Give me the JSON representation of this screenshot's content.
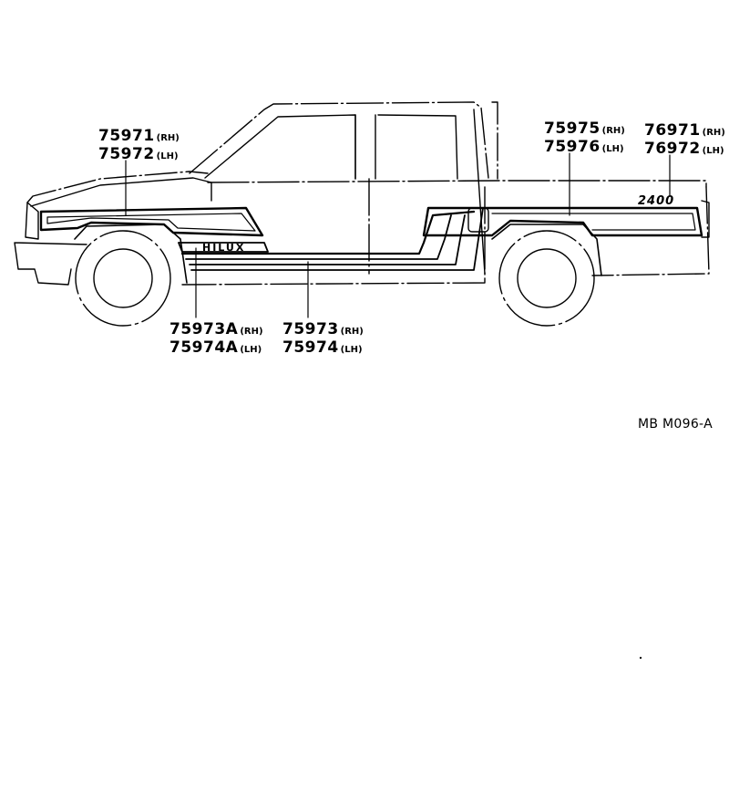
{
  "diagram": {
    "subject": "Pickup truck side view - stripes and emblem",
    "emblems": {
      "front_badge": "HILUX",
      "rear_badge": "2400"
    },
    "reference_code": "MB M096-A",
    "colors": {
      "line": "#000000",
      "background": "#ffffff"
    }
  },
  "callouts": [
    {
      "id": "front-stripe",
      "parts": [
        {
          "number": "75971",
          "side": "(RH)"
        },
        {
          "number": "75972",
          "side": "(LH)"
        }
      ]
    },
    {
      "id": "rear-stripe",
      "parts": [
        {
          "number": "75975",
          "side": "(RH)"
        },
        {
          "number": "75976",
          "side": "(LH)"
        }
      ]
    },
    {
      "id": "emblem-2400",
      "parts": [
        {
          "number": "76971",
          "side": "(RH)"
        },
        {
          "number": "76972",
          "side": "(LH)"
        }
      ]
    },
    {
      "id": "hilux-stripe",
      "parts": [
        {
          "number": "75973A",
          "side": "(RH)"
        },
        {
          "number": "75974A",
          "side": "(LH)"
        }
      ]
    },
    {
      "id": "rocker-stripe",
      "parts": [
        {
          "number": "75973",
          "side": "(RH)"
        },
        {
          "number": "75974",
          "side": "(LH)"
        }
      ]
    }
  ]
}
